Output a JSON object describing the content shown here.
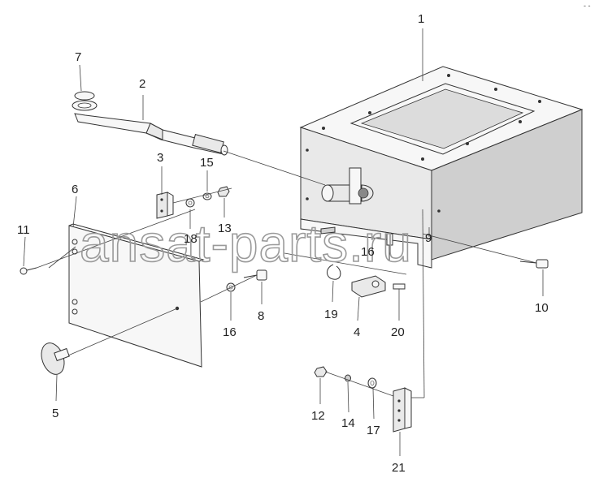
{
  "watermark": "ansat-parts.ru",
  "corner_mark": "- -",
  "labels": {
    "p1": "1",
    "p2": "2",
    "p3": "3",
    "p4": "4",
    "p5": "5",
    "p6": "6",
    "p7": "7",
    "p8": "8",
    "p9": "9",
    "p10": "10",
    "p11": "11",
    "p12": "12",
    "p13": "13",
    "p14": "14",
    "p15": "15",
    "p16a": "16",
    "p16b": "16",
    "p17": "17",
    "p18": "18",
    "p19": "19",
    "p20": "20",
    "p21": "21"
  }
}
